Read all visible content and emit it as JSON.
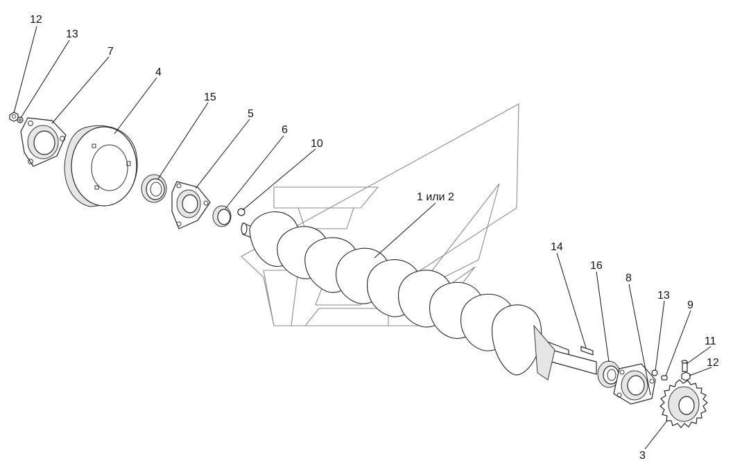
{
  "diagram": {
    "callouts": [
      {
        "id": "12-left",
        "text": "12"
      },
      {
        "id": "13-left",
        "text": "13"
      },
      {
        "id": "7",
        "text": "7"
      },
      {
        "id": "4",
        "text": "4"
      },
      {
        "id": "15",
        "text": "15"
      },
      {
        "id": "5",
        "text": "5"
      },
      {
        "id": "6",
        "text": "6"
      },
      {
        "id": "10",
        "text": "10"
      },
      {
        "id": "1-2",
        "text": "1 или 2"
      },
      {
        "id": "14",
        "text": "14"
      },
      {
        "id": "16",
        "text": "16"
      },
      {
        "id": "8",
        "text": "8"
      },
      {
        "id": "13-right",
        "text": "13"
      },
      {
        "id": "9",
        "text": "9"
      },
      {
        "id": "11",
        "text": "11"
      },
      {
        "id": "12-right",
        "text": "12"
      },
      {
        "id": "3",
        "text": "3"
      }
    ]
  }
}
